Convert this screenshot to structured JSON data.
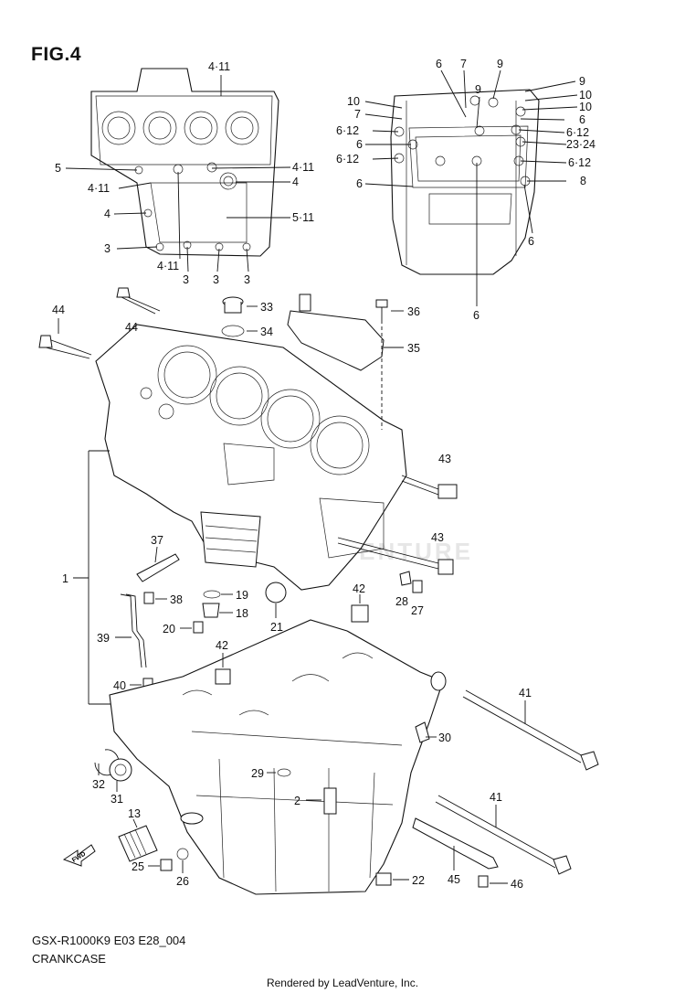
{
  "figure_title": "FIG.4",
  "model_code": "GSX-R1000K9 E03 E28_004",
  "section_name": "CRANKCASE",
  "footer": "Rendered by LeadVenture, Inc.",
  "watermark": "LEADVENTURE",
  "callouts": {
    "c1": "1",
    "c2": "2",
    "c13": "13",
    "c18": "18",
    "c19": "19",
    "c20": "20",
    "c21": "21",
    "c22": "22",
    "c25": "25",
    "c26": "26",
    "c27": "27",
    "c28": "28",
    "c29": "29",
    "c30": "30",
    "c31": "31",
    "c32": "32",
    "c33": "33",
    "c34": "34",
    "c35": "35",
    "c36": "36",
    "c37": "37",
    "c38": "38",
    "c39": "39",
    "c40": "40",
    "c41a": "41",
    "c41b": "41",
    "c42a": "42",
    "c42b": "42",
    "c43a": "43",
    "c43b": "43",
    "c44a": "44",
    "c44b": "44",
    "c45": "45",
    "c46": "46",
    "u411a": "4·11",
    "u5": "5",
    "u411b": "4·11",
    "u4a": "4",
    "u3a": "3",
    "u411c": "4·11",
    "u3b": "3",
    "u3c": "3",
    "u3d": "3",
    "u5_11": "5·11",
    "u4b": "4",
    "u411d": "4·11",
    "l6a": "6",
    "l7a": "7",
    "l9a": "9",
    "l9b": "9",
    "l9c": "9",
    "l10a": "10",
    "l7b": "7",
    "l612a": "6·12",
    "l6b": "6",
    "l612b": "6·12",
    "l6c": "6",
    "l10b": "10",
    "l10c": "10",
    "l6d": "6",
    "l612c": "6·12",
    "l2324": "23·24",
    "l612d": "6·12",
    "l8": "8",
    "l6e": "6",
    "l6f": "6"
  },
  "icons": {
    "forward_arrow": "fwd-arrow-icon",
    "forward_label": "FWD"
  }
}
